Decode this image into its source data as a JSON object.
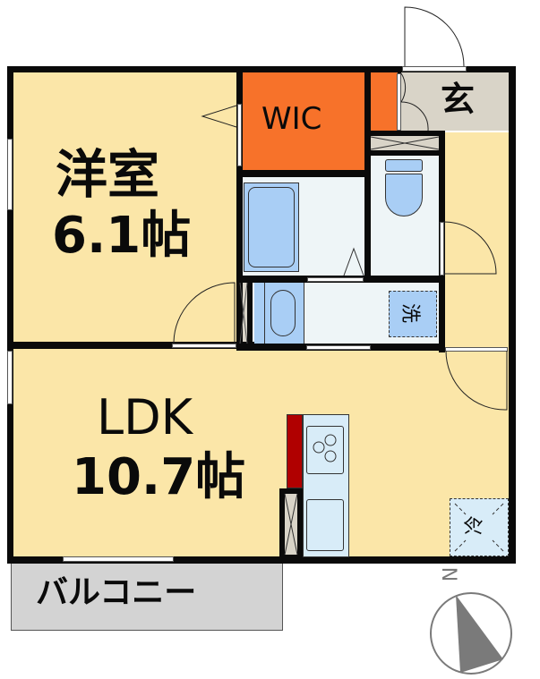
{
  "colors": {
    "room": "#fbe6a8",
    "wic": "#f7722a",
    "entrance": "#d9d4c8",
    "wet": "#eef5f7",
    "fixture": "#a9cef5",
    "balcony": "#d3d3d3",
    "wall": "#0a0a0a",
    "kitchen_counter": "#d8ecf8",
    "kitchen_wall": "#b00000",
    "compass": "#7a7a7a"
  },
  "rooms": {
    "western_room": {
      "name": "洋室",
      "size": "6.1帖"
    },
    "ldk": {
      "name": "LDK",
      "size": "10.7帖"
    },
    "wic": {
      "name": "WIC"
    },
    "entrance": {
      "name": "玄"
    },
    "balcony": {
      "name": "バルコニー"
    }
  },
  "fixtures": {
    "washer": {
      "label": "洗"
    },
    "fridge": {
      "label": "冷"
    }
  },
  "compass": {
    "label": "N"
  }
}
